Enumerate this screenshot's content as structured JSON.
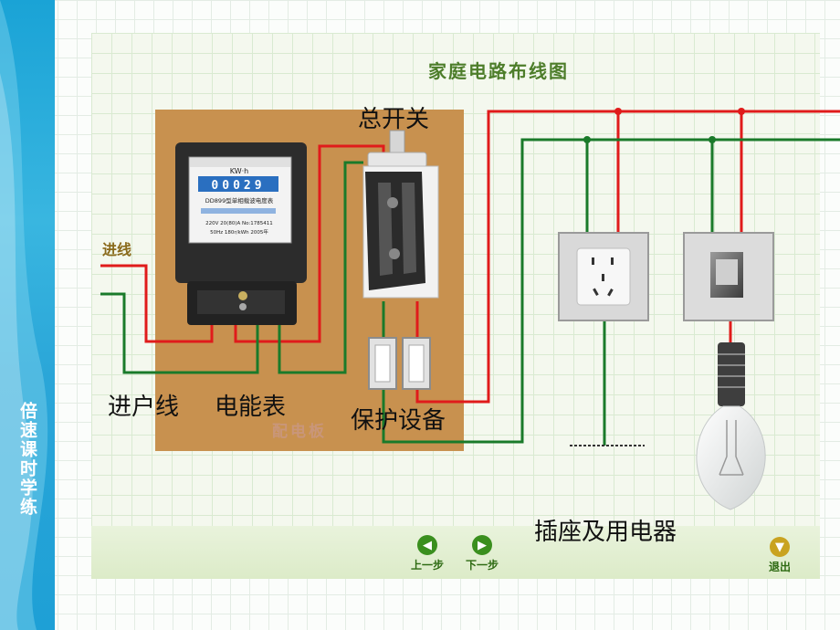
{
  "sidebar": {
    "label": "倍速课时学练"
  },
  "diagram": {
    "title": "家庭电路布线图",
    "labels": {
      "main_switch": "总开关",
      "incoming": "进户线",
      "meter": "电能表",
      "protection": "保护设备",
      "outlets": "插座及用电器",
      "board": "配电板",
      "in_wire": "进线"
    },
    "meter": {
      "unit": "KW·h",
      "reading": "00029",
      "model": "DD899型单相载波电度表",
      "spec1": "220V  20(80)A  No:1785411",
      "spec2": "50Hz  180r/kWh  2005年"
    }
  },
  "nav": {
    "prev": "上一步",
    "next": "下一步",
    "exit": "退出"
  },
  "colors": {
    "live": "#e01b1b",
    "neutral": "#1a7a2a",
    "board": "#c8914f",
    "title": "#4d7d2a"
  }
}
